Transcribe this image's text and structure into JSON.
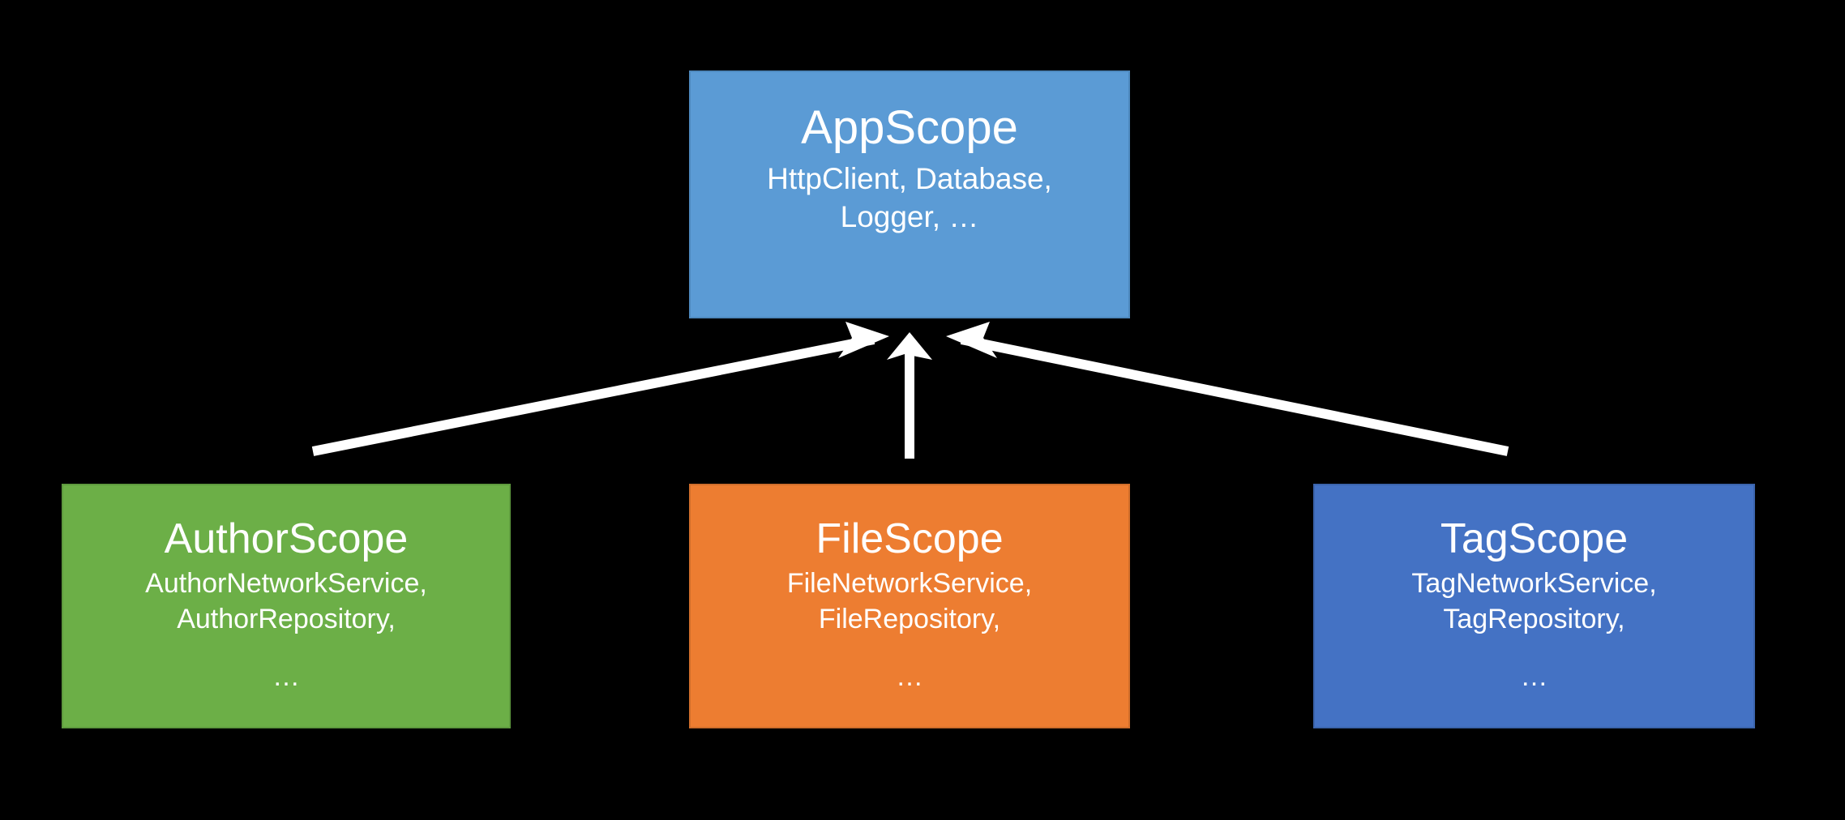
{
  "diagram": {
    "background_color": "#000000",
    "arrow_color": "#FFFFFF",
    "root": {
      "id": "appscope",
      "title": "AppScope",
      "detail": "HttpClient, Database,\nLogger, …",
      "color": "#5B9BD5",
      "border_color": "#4E89BE"
    },
    "children": [
      {
        "id": "authorscope",
        "title": "AuthorScope",
        "detail": "AuthorNetworkService,\nAuthorRepository,",
        "ellipsis": "…",
        "color": "#6CAF47",
        "border_color": "#5E9A3E"
      },
      {
        "id": "filescope",
        "title": "FileScope",
        "detail": "FileNetworkService,\nFileRepository,",
        "ellipsis": "…",
        "color": "#ED7D31",
        "border_color": "#D06E2B"
      },
      {
        "id": "tagscope",
        "title": "TagScope",
        "detail": "TagNetworkService,\nTagRepository,",
        "ellipsis": "…",
        "color": "#4472C4",
        "border_color": "#3B64AC"
      }
    ],
    "edges": [
      {
        "id": "authorscope-to-appscope",
        "from": "authorscope",
        "to": "appscope",
        "direction": "up-right"
      },
      {
        "id": "filescope-to-appscope",
        "from": "filescope",
        "to": "appscope",
        "direction": "up"
      },
      {
        "id": "tagscope-to-appscope",
        "from": "tagscope",
        "to": "appscope",
        "direction": "up-left"
      }
    ]
  }
}
